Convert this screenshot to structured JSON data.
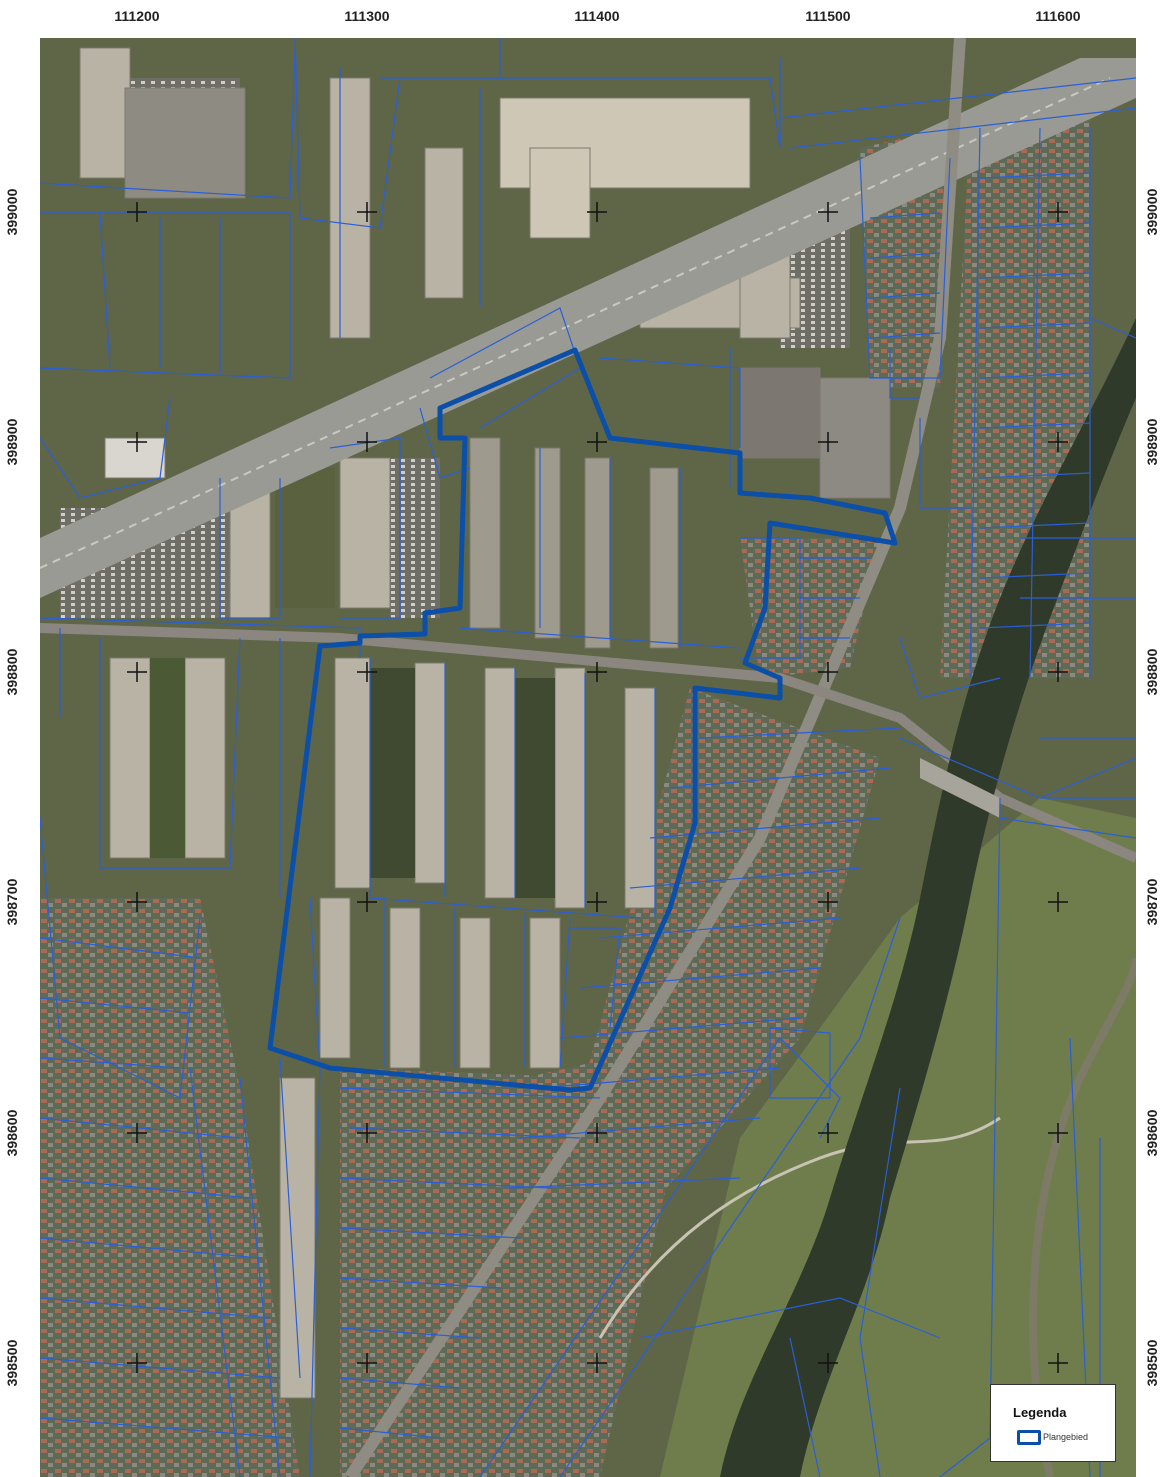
{
  "x_ticks": [
    "111200",
    "111300",
    "111400",
    "111500",
    "111600"
  ],
  "y_ticks": [
    "399000",
    "398900",
    "398800",
    "398700",
    "398600",
    "398500"
  ],
  "legend": {
    "title": "Legenda",
    "entry": "Plangebied",
    "entry_color": "#0b4fa8"
  },
  "colors": {
    "parcel_line": "#2a5fd6",
    "plan_boundary": "#0b4fa8",
    "river": "#2f3a2a",
    "road": "#9a9a94"
  }
}
